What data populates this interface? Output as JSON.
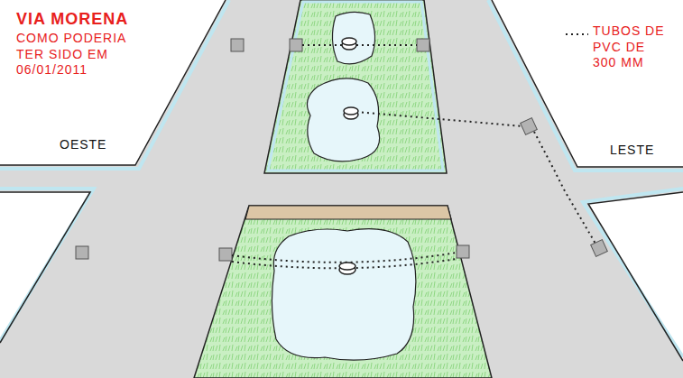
{
  "diagram": {
    "title": "VIA MORENA",
    "labels": [
      "COMO PODERIA TER SIDO EM 06/01/2011",
      "OESTE",
      "LESTE"
    ],
    "legend": [
      {
        "text": "TUBOS DE PVC DE 300 MM"
      }
    ]
  }
}
